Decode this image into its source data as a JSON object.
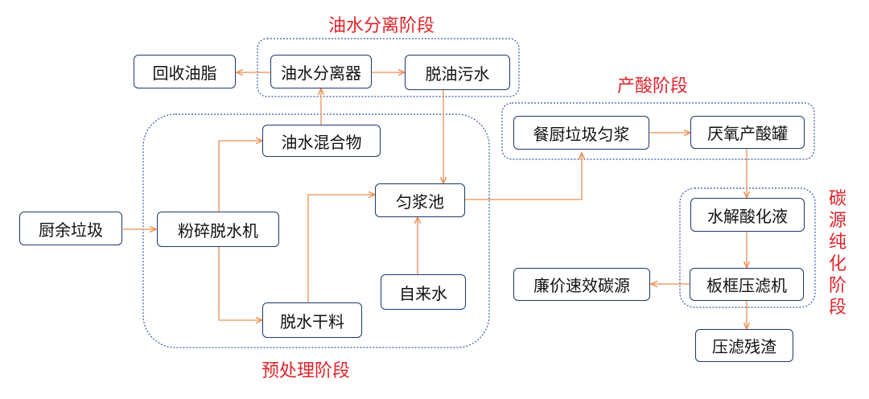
{
  "colors": {
    "arrow": "#ec8f52",
    "node_border": "#1f3a6b",
    "group_border": "#3b55a3",
    "stage_label": "#e0242b"
  },
  "stages": {
    "oil_water": "油水分离阶段",
    "acid": "产酸阶段",
    "purify": "碳源纯化阶段",
    "pretreat": "预处理阶段"
  },
  "nodes": {
    "kitchen_waste": "厨余垃圾",
    "crusher": "粉碎脱水机",
    "oil_water_mix": "油水混合物",
    "dry_material": "脱水干料",
    "homogenizer": "匀浆池",
    "tap_water": "自来水",
    "separator": "油水分离器",
    "recovered_oil": "回收油脂",
    "deoiled_water": "脱油污水",
    "slurry": "餐厨垃圾匀浆",
    "anaerobic_tank": "厌氧产酸罐",
    "hydrolysate": "水解酸化液",
    "filter_press": "板框压滤机",
    "carbon_source": "廉价速效碳源",
    "filter_residue": "压滤残渣"
  }
}
